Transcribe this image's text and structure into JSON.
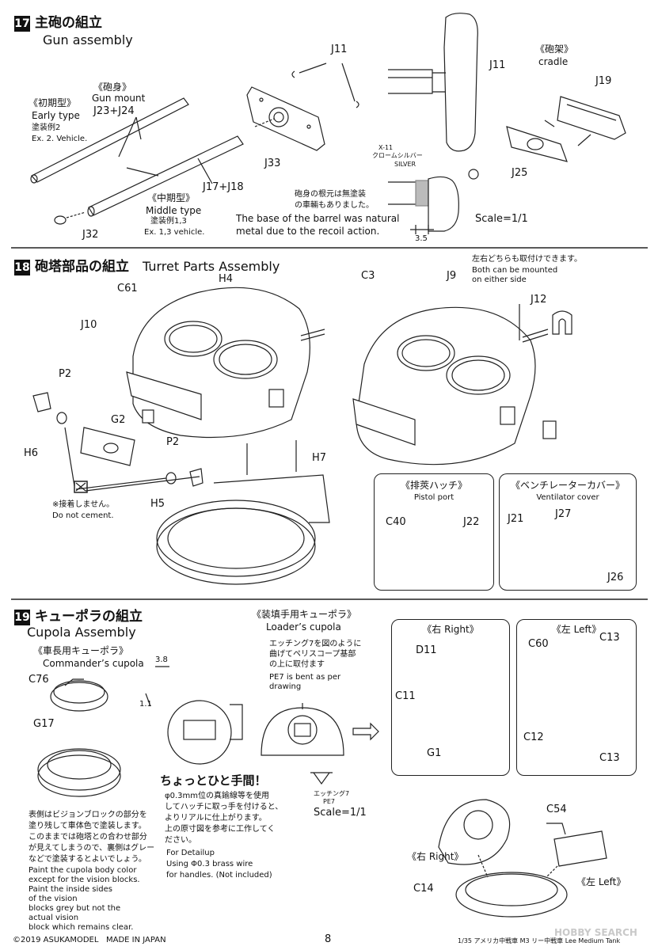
{
  "section17": {
    "number": "17",
    "title_jp": "主砲の組立",
    "title_en": "Gun assembly",
    "parts": {
      "j11_left": "J11",
      "j11_right": "J11",
      "j33": "J33",
      "j23_j24": "J23+J24",
      "j17_j18": "J17+J18",
      "j32": "J32",
      "j19": "J19",
      "j25": "J25"
    },
    "gun_mount_jp": "《砲身》",
    "gun_mount_en": "Gun mount",
    "early_type_jp": "《初期型》",
    "early_type_en": "Early type",
    "early_paint_jp": "塗装例2",
    "early_paint_en": "Ex. 2. Vehicle.",
    "middle_type_jp": "《中期型》",
    "middle_type_en": "Middle type",
    "middle_paint_jp": "塗装例1,3",
    "middle_paint_en": "Ex. 1,3 vehicle.",
    "cradle_jp": "《砲架》",
    "cradle_en": "cradle",
    "paint_code": "X-11",
    "paint_name_jp": "クロームシルバー",
    "paint_name_en": "SILVER",
    "barrel_note_jp_1": "砲身の根元は無塗装",
    "barrel_note_jp_2": "の車輛もありました。",
    "barrel_note_en_1": "The base of the barrel was natural",
    "barrel_note_en_2": "metal due to the recoil action.",
    "dimension": "3.5",
    "scale": "Scale=1/1"
  },
  "section18": {
    "number": "18",
    "title_jp": "砲塔部品の組立",
    "title_en": "Turret Parts Assembly",
    "parts": {
      "c61": "C61",
      "h4": "H4",
      "j10": "J10",
      "p2_top": "P2",
      "h6": "H6",
      "g2": "G2",
      "p2_bottom": "P2",
      "h5": "H5",
      "h7": "H7",
      "c3": "C3",
      "j9": "J9",
      "j12": "J12"
    },
    "no_cement_mark": "X",
    "no_cement_jp": "※接着しません。",
    "no_cement_en": "Do not cement.",
    "either_side_jp": "左右どちらも取付けできます。",
    "either_side_en_1": "Both can be mounted",
    "either_side_en_2": "on either side",
    "pistol_port_jp": "《排莢ハッチ》",
    "pistol_port_en": "Pistol port",
    "pistol_parts": {
      "c40": "C40",
      "j22": "J22"
    },
    "ventilator_jp": "《ベンチレーターカバー》",
    "ventilator_en": "Ventilator cover",
    "vent_parts": {
      "j21": "J21",
      "j27": "J27",
      "j26": "J26"
    }
  },
  "section19": {
    "number": "19",
    "title_jp": "キューポラの組立",
    "title_en": "Cupola Assembly",
    "commander_jp": "《車長用キューポラ》",
    "commander_en": "Commander’s cupola",
    "parts": {
      "c76": "C76",
      "g17": "G17"
    },
    "dim_38": "3.8",
    "dim_11": "1.1",
    "loader_jp": "《装填手用キューポラ》",
    "loader_en": "Loader’s cupola",
    "etch_note_jp_1": "エッチング7を図のように",
    "etch_note_jp_2": "曲げてペリスコープ基部",
    "etch_note_jp_3": "の上に取付ます",
    "etch_note_en_1": "PE7 is bent as per",
    "etch_note_en_2": "drawing",
    "etch_label_jp": "エッチング7",
    "etch_label_en": "PE7",
    "scale": "Scale=1/1",
    "tip_title": "ちょっとひと手間！",
    "tip_jp_1": "φ0.3mm位の真鍮線等を使用",
    "tip_jp_2": "してハッチに取っ手を付けると、",
    "tip_jp_3": "よりリアルに仕上がります。",
    "tip_jp_4": "上の原寸図を参考に工作してく",
    "tip_jp_5": "ださい。",
    "tip_en_1": "For Detailup",
    "tip_en_2": "Using Φ0.3 brass wire",
    "tip_en_3": "for handles. (Not included)",
    "paint_jp_1": "表側はビジョンブロックの部分を",
    "paint_jp_2": "塗り残して車体色で塗装します。",
    "paint_jp_3": "このままでは砲塔との合わせ部分",
    "paint_jp_4": "が見えてしまうので、裏側はグレー",
    "paint_jp_5": "などで塗装するとよいでしょう。",
    "paint_en_1": "Paint the cupola body color",
    "paint_en_2": "except for the vision blocks.",
    "paint_en_3": "Paint the inside sides",
    "paint_en_4": "of the vision",
    "paint_en_5": "blocks grey but not the",
    "paint_en_6": "actual vision",
    "paint_en_7": "block which remains clear.",
    "right_box_title": "《右 Right》",
    "right_parts": {
      "d11": "D11",
      "c11": "C11",
      "g1": "G1"
    },
    "left_box_title": "《左 Left》",
    "left_parts": {
      "c60": "C60",
      "c13_top": "C13",
      "c12": "C12",
      "c13_bottom": "C13"
    },
    "right_label": "《右 Right》",
    "left_label": "《左 Left》",
    "c54": "C54",
    "c14": "C14"
  },
  "footer": {
    "copyright": "©2019 ASUKAMODEL",
    "made_in": "MADE IN JAPAN",
    "page_number": "8",
    "product": "1/35 アメリカ中戦車 M3 リー中戦車 Lee Medium Tank",
    "watermark": "HOBBY SEARCH"
  }
}
